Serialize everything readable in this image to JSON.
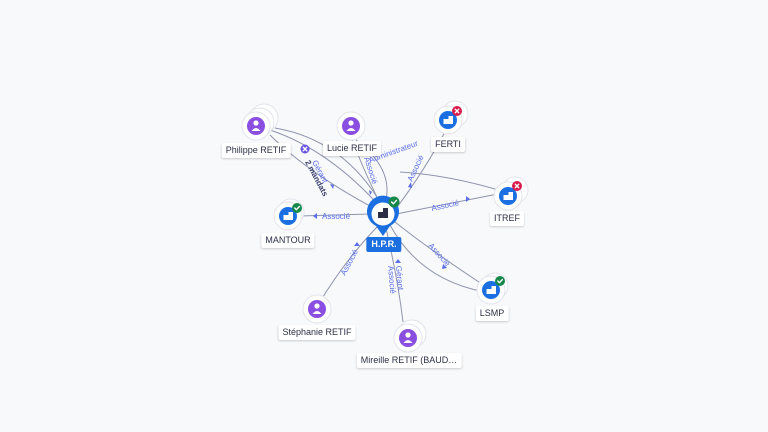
{
  "center": {
    "label": "H.P.R.",
    "status": "active"
  },
  "nodes": {
    "philippe": {
      "label": "Philippe RETIF",
      "type": "person"
    },
    "lucie": {
      "label": "Lucie RETIF",
      "type": "person"
    },
    "ferti": {
      "label": "FERTI",
      "type": "company",
      "status": "closed"
    },
    "itref": {
      "label": "ITREF",
      "type": "company",
      "status": "closed"
    },
    "mantour": {
      "label": "MANTOUR",
      "type": "company",
      "status": "active"
    },
    "lsmp": {
      "label": "LSMP",
      "type": "company",
      "status": "active"
    },
    "stephanie": {
      "label": "Stéphanie RETIF",
      "type": "person"
    },
    "mireille": {
      "label": "Mireille RETIF (BAUD…",
      "type": "person"
    }
  },
  "edges": {
    "philippe": {
      "label": "Gérant",
      "sub": "2 mandats"
    },
    "lucie": {
      "label": "Associé"
    },
    "administrateur": {
      "label": "Administrateur"
    },
    "ferti": {
      "label": "Associé"
    },
    "itref": {
      "label": "Associé"
    },
    "mantour": {
      "label": "Associé"
    },
    "lsmp": {
      "label": "Associé"
    },
    "stephanie": {
      "label": "Associé"
    },
    "mireille_1": {
      "label": "Gérant"
    },
    "mireille_2": {
      "label": "Associé"
    }
  },
  "colors": {
    "person": "#8a4fe0",
    "company": "#1b6fe0",
    "active": "#16894a",
    "closed": "#d81b4c",
    "link": "#5b6ee8"
  }
}
